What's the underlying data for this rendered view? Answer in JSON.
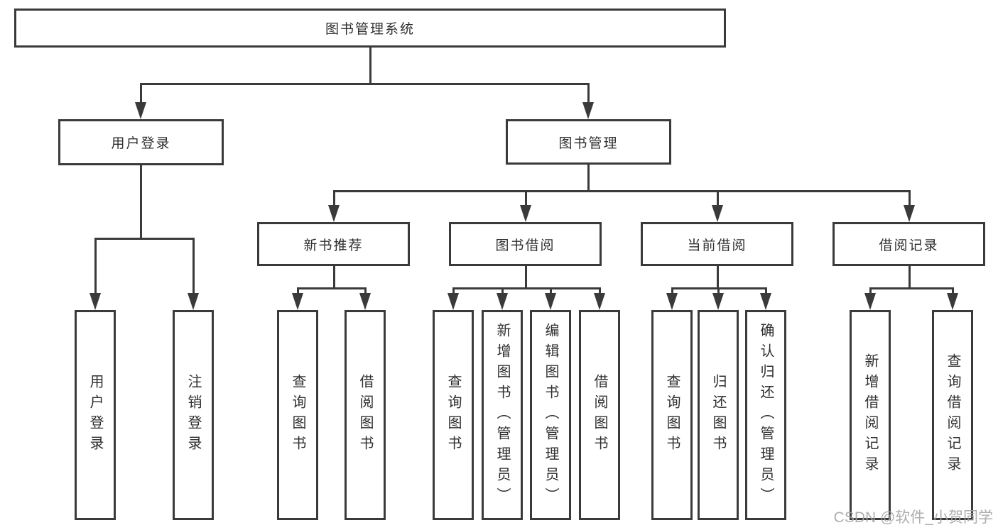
{
  "tree": {
    "root": "图书管理系统",
    "user_login": {
      "label": "用户登录",
      "leaves": [
        "用户登录",
        "注销登录"
      ]
    },
    "book_mgmt": {
      "label": "图书管理",
      "sections": [
        {
          "label": "新书推荐",
          "leaves": [
            "查询图书",
            "借阅图书"
          ]
        },
        {
          "label": "图书借阅",
          "leaves": [
            "查询图书",
            "新增图书（管理员）",
            "编辑图书（管理员）",
            "借阅图书"
          ]
        },
        {
          "label": "当前借阅",
          "leaves": [
            "查询图书",
            "归还图书",
            "确认归还（管理员）"
          ]
        },
        {
          "label": "借阅记录",
          "leaves": [
            "新增借阅记录",
            "查询借阅记录"
          ]
        }
      ]
    }
  },
  "watermark": "CSDN @软件_小贺同学",
  "colors": {
    "line": "#3a3a3a",
    "text": "#2f2f2f",
    "background": "#ffffff",
    "watermark": "#a6a6a6"
  }
}
